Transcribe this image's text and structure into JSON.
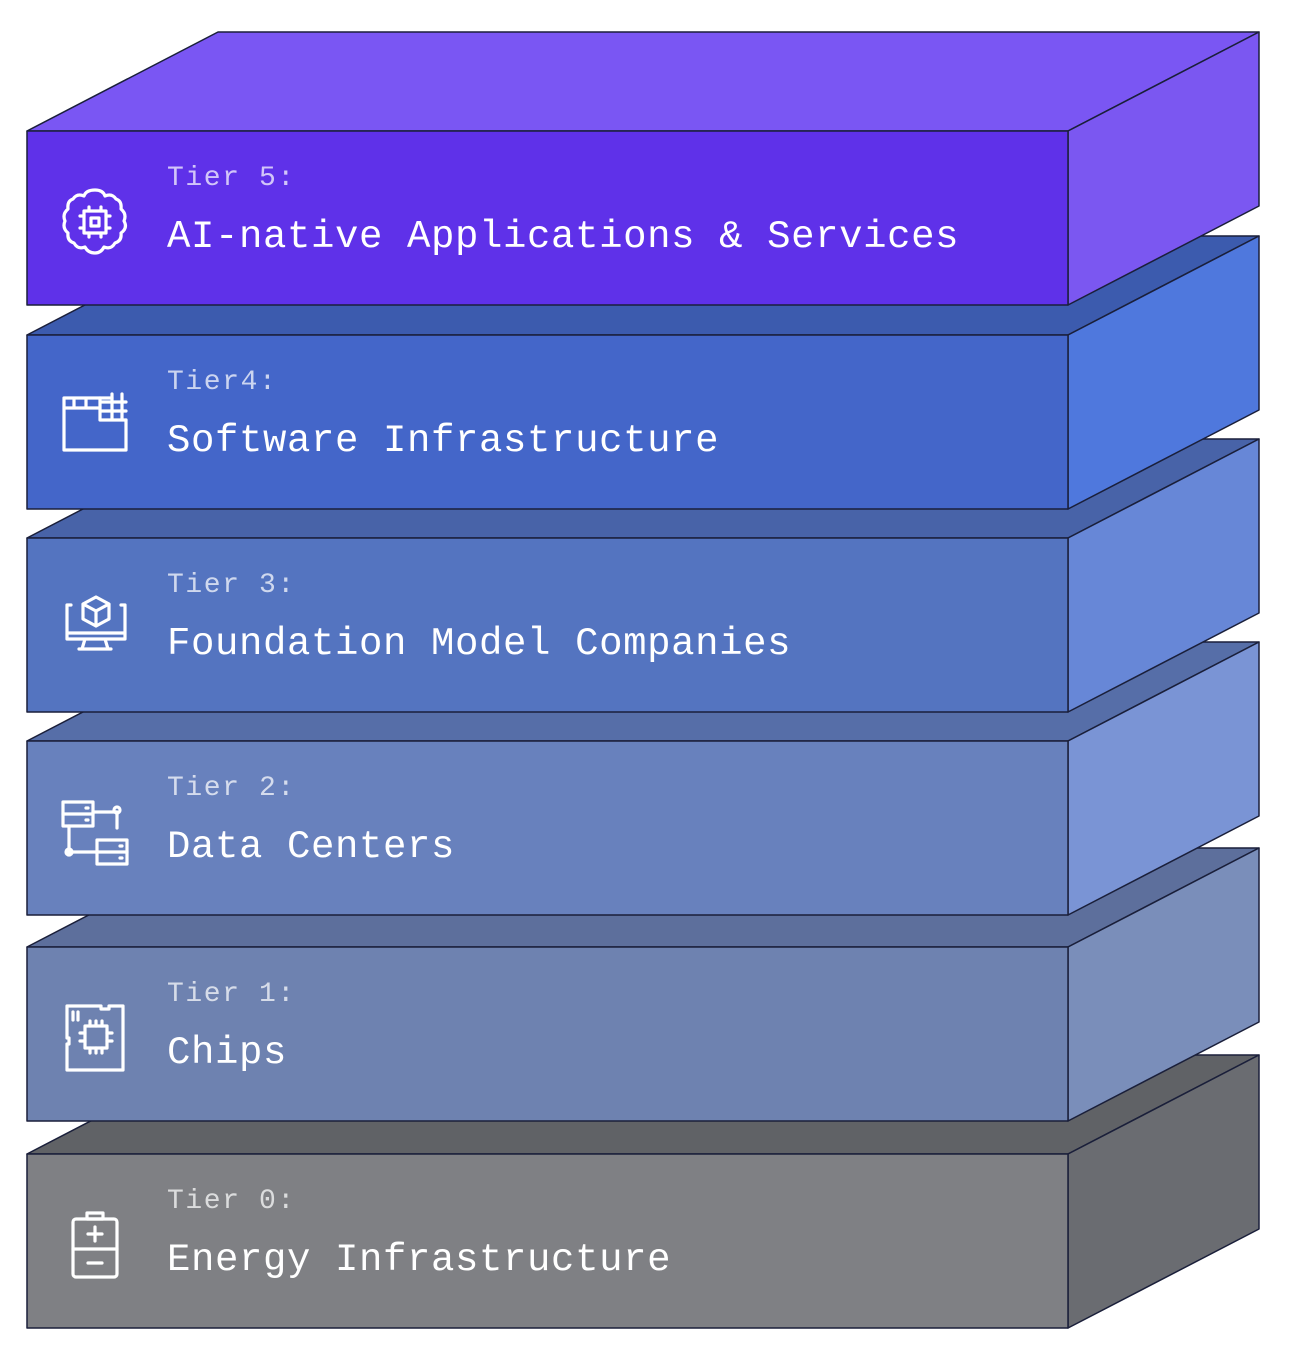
{
  "tiers": [
    {
      "label": "Tier 5:",
      "title": "AI-native Applications & Services",
      "icon": "ai-brain-chip-icon",
      "colors": {
        "front": "#5f31e9",
        "top": "#7a56f3",
        "side": "#7b57f1"
      }
    },
    {
      "label": "Tier4:",
      "title": "Software Infrastructure",
      "icon": "software-window-grid-icon",
      "colors": {
        "front": "#4466c9",
        "top": "#3c5bae",
        "side": "#4f78dd"
      }
    },
    {
      "label": "Tier 3:",
      "title": "Foundation Model Companies",
      "icon": "monitor-cube-icon",
      "colors": {
        "front": "#5474c0",
        "top": "#4863a8",
        "side": "#6787d7"
      }
    },
    {
      "label": "Tier 2:",
      "title": "Data Centers",
      "icon": "server-network-icon",
      "colors": {
        "front": "#6881bd",
        "top": "#566ea8",
        "side": "#7a94d5"
      }
    },
    {
      "label": "Tier 1:",
      "title": "Chips",
      "icon": "chip-board-icon",
      "colors": {
        "front": "#6e82b0",
        "top": "#5d6f9c",
        "side": "#7a8eba"
      }
    },
    {
      "label": "Tier 0:",
      "title": "Energy Infrastructure",
      "icon": "battery-icon",
      "colors": {
        "front": "#7f8084",
        "top": "#606266",
        "side": "#6a6c71"
      }
    }
  ]
}
